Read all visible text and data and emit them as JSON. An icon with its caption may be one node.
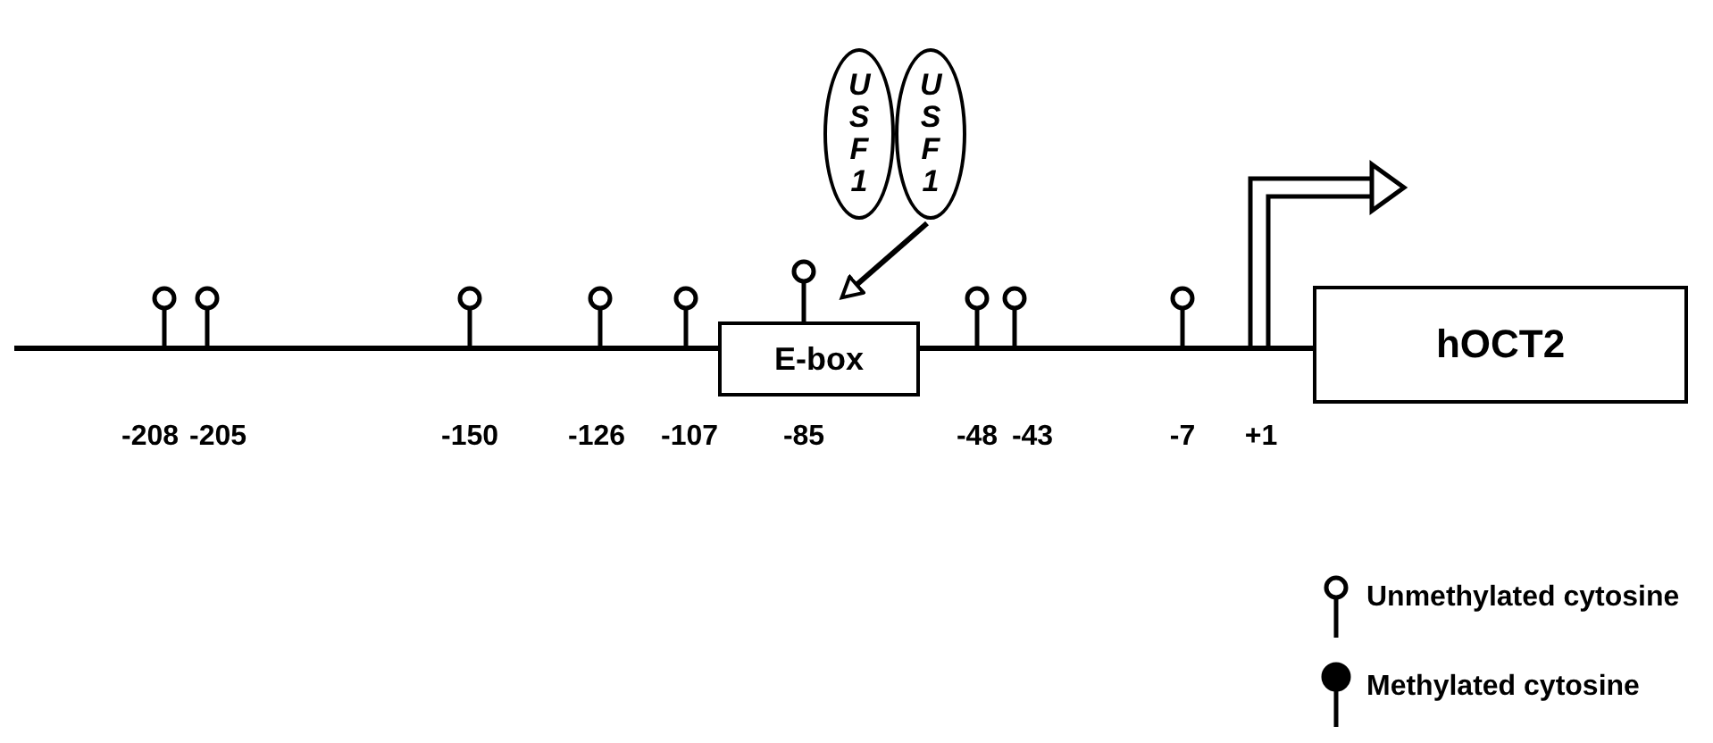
{
  "diagram": {
    "nodes": [
      {
        "text": [
          "USF1"
        ]
      },
      {
        "text": [
          "USF1"
        ]
      },
      {
        "text": [
          "E-box"
        ]
      },
      {
        "text": [
          "hOCT2"
        ]
      }
    ],
    "edges": [
      {
        "from": 1,
        "to": 2,
        "arrow": "to"
      },
      {
        "from": null,
        "to": 2,
        "arrow": "none"
      },
      {
        "from": 2,
        "to": 3,
        "arrow": "none"
      }
    ],
    "labels": [
      "-208",
      "-205",
      "-150",
      "-126",
      "-107",
      "-85",
      "-48",
      "-43",
      "-7",
      "+1"
    ],
    "legend": [
      {
        "text": "Unmethylated cytosine"
      },
      {
        "text": "Methylated cytosine"
      }
    ]
  }
}
